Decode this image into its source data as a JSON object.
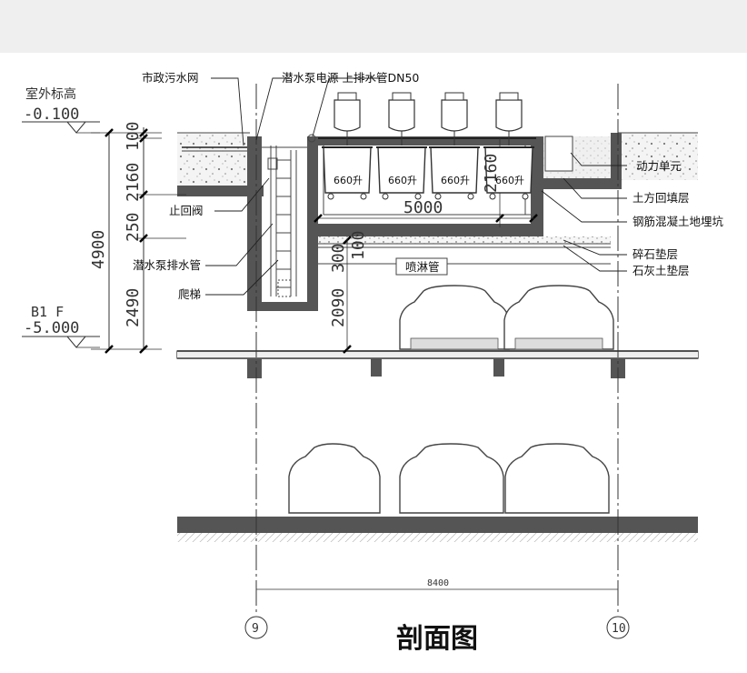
{
  "drawing": {
    "title": "剖面图",
    "labels": {
      "municipal_sewer": "市政污水网",
      "pump_power_pipe": "潜水泵电源 上排水管DN50",
      "check_valve": "止回阀",
      "pump_drain_pipe": "潜水泵排水管",
      "ladder": "爬梯",
      "power_unit": "动力单元",
      "backfill_layer": "土方回填层",
      "concrete_pit": "钢筋混凝土地埋坑",
      "gravel_layer": "碎石垫层",
      "lime_soil_layer": "石灰土垫层",
      "spray_pipe": "喷淋管"
    },
    "levels": {
      "outdoor_title": "室外标高",
      "outdoor_value": "-0.100",
      "b1_title": "B1 F",
      "b1_value": "-5.000"
    },
    "dims": {
      "total": "4900",
      "d100a": "100",
      "d2160a": "2160",
      "d250": "250",
      "d2490": "2490",
      "d2160b": "2160",
      "d5000": "5000",
      "d2090": "2090",
      "d300": "300",
      "d100b": "100",
      "d8400": "8400"
    },
    "tanks": [
      "660升",
      "660升",
      "660升",
      "660升"
    ],
    "axes": [
      "9",
      "10"
    ]
  }
}
